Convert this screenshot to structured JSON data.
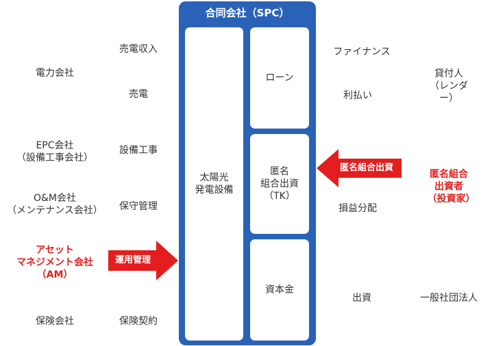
{
  "spc": {
    "title": "合同会社（SPC）",
    "solar": "太陽光\n発電設備",
    "loan": "ローン",
    "tk": "匿名\n組合出資\n（TK）",
    "capital": "資本金"
  },
  "left": {
    "power_company": "電力会社",
    "sales_income": "売電収入",
    "power_sales": "売電",
    "epc": "EPC会社\n（設備工事会社）",
    "construction": "設備工事",
    "om": "O&M会社\n（メンテナンス会社）",
    "maintenance": "保守管理",
    "am": "アセット\nマネジメント会社\n（AM）",
    "operation": "運用管理",
    "insurance_company": "保険会社",
    "insurance_contract": "保険契約"
  },
  "right": {
    "finance": "ファイナンス",
    "interest": "利払い",
    "lender": "貸付人\n（レンダー）",
    "tk_investment": "匿名組合出資",
    "investor": "匿名組合\n出資者\n（投資家）",
    "profit": "損益分配",
    "investment": "出資",
    "association": "一般社団法人"
  },
  "colors": {
    "accent": "#e41e1e",
    "spc": "#2a62b8"
  }
}
